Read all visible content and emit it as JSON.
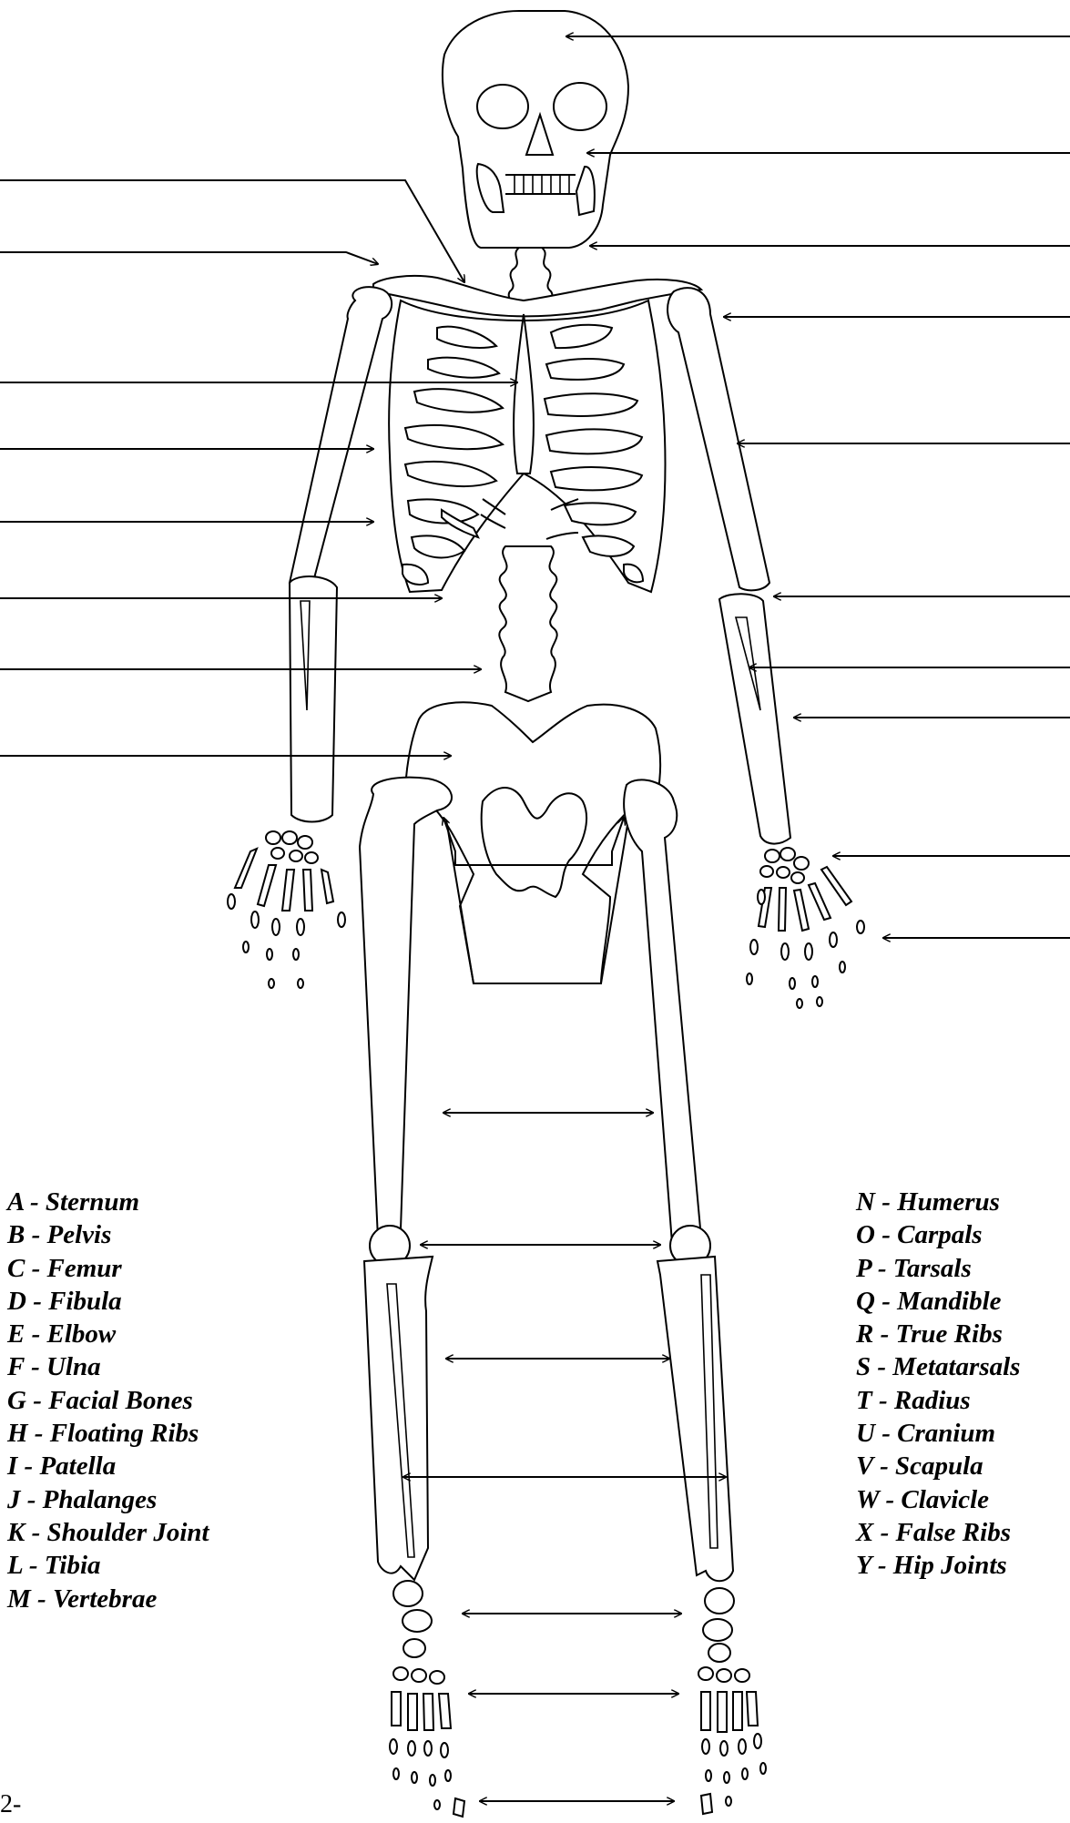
{
  "legend": {
    "left": [
      "A - Sternum",
      "B - Pelvis",
      "C - Femur",
      "D - Fibula",
      "E - Elbow",
      "F - Ulna",
      "G - Facial Bones",
      "H - Floating Ribs",
      "I - Patella",
      "J - Phalanges",
      "K - Shoulder Joint",
      "L - Tibia",
      "M - Vertebrae"
    ],
    "right": [
      "N - Humerus",
      "O - Carpals",
      "P - Tarsals",
      "Q - Mandible",
      "R - True Ribs",
      "S - Metatarsals",
      "T - Radius",
      "U - Cranium",
      "V - Scapula",
      "W - Clavicle",
      "X - False Ribs",
      "Y - Hip Joints"
    ]
  },
  "page_number": "2-"
}
